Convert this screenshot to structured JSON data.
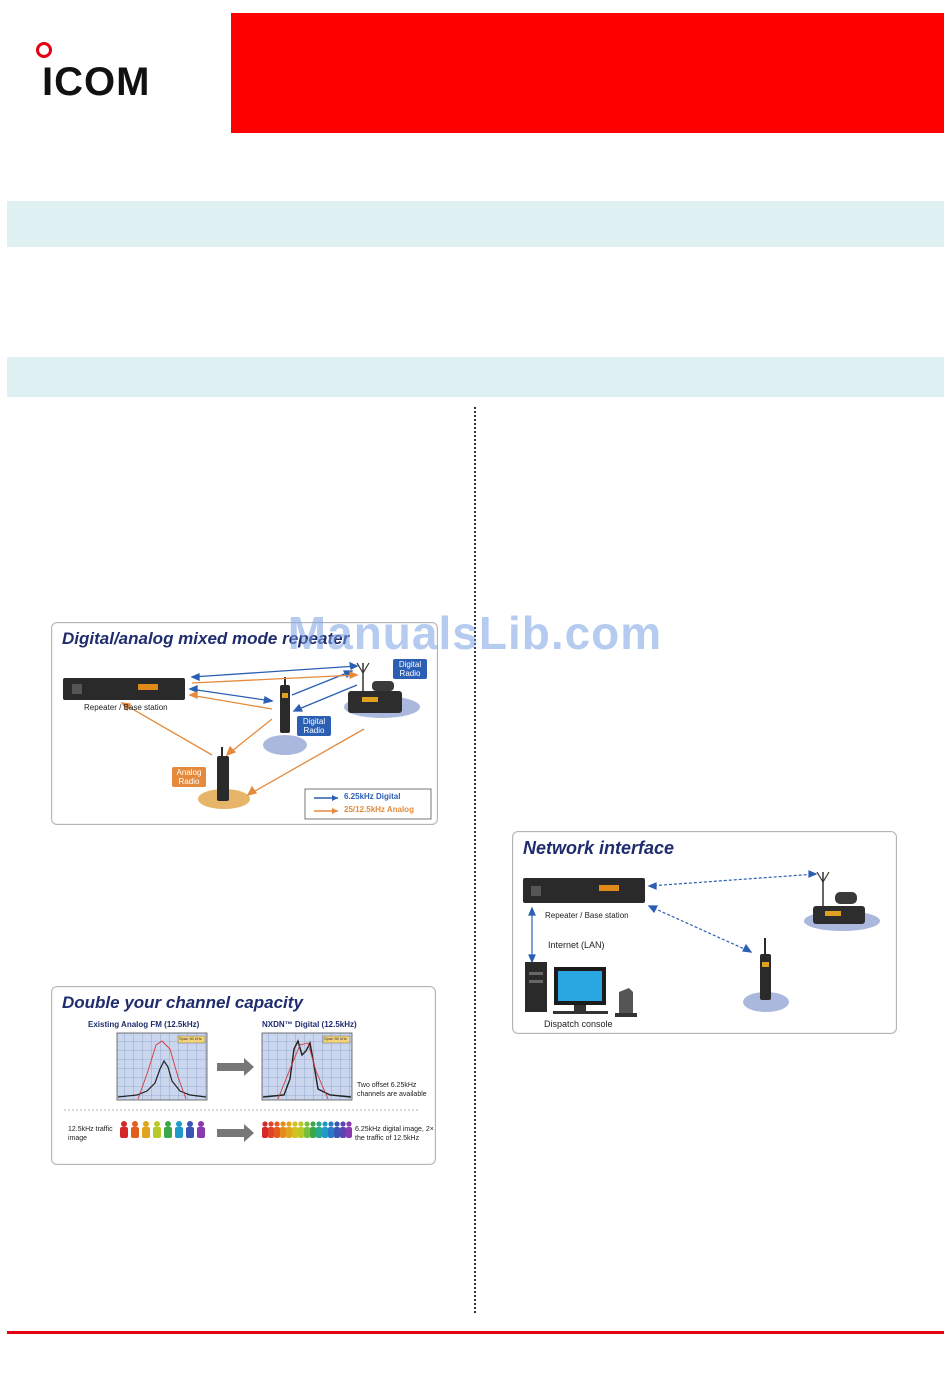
{
  "brand": {
    "logo_text": "ICOM",
    "accent_color": "#e60012",
    "banner_color": "#ff0000",
    "band_color": "#dff0f2"
  },
  "panels": {
    "mixed_mode": {
      "title": "Digital/analog mixed mode repeater",
      "repeater_label": "Repeater / Base station",
      "digital_tag_1": "Digital Radio",
      "digital_tag_2": "Digital Radio",
      "analog_tag": "Analog Radio",
      "legend": [
        {
          "label": "6.25kHz Digital",
          "color": "#2b5fb4"
        },
        {
          "label": "25/12.5kHz Analog",
          "color": "#e58a3c"
        }
      ]
    },
    "capacity": {
      "title": "Double your channel capacity",
      "left_heading": "Existing Analog FM (12.5kHz)",
      "right_heading": "NXDN™ Digital (12.5kHz)",
      "span_label": "Span 50 kHz",
      "offset_note": "Two offset 6.25kHz channels are available",
      "traffic_label": "12.5kHz traffic image",
      "digital_note": "6.25kHz digital image, 2× the traffic of 12.5kHz"
    },
    "network": {
      "title": "Network interface",
      "repeater_label": "Repeater / Base station",
      "lan_label": "Internet (LAN)",
      "console_label": "Dispatch console"
    }
  },
  "watermark": "ManualsLib.com"
}
